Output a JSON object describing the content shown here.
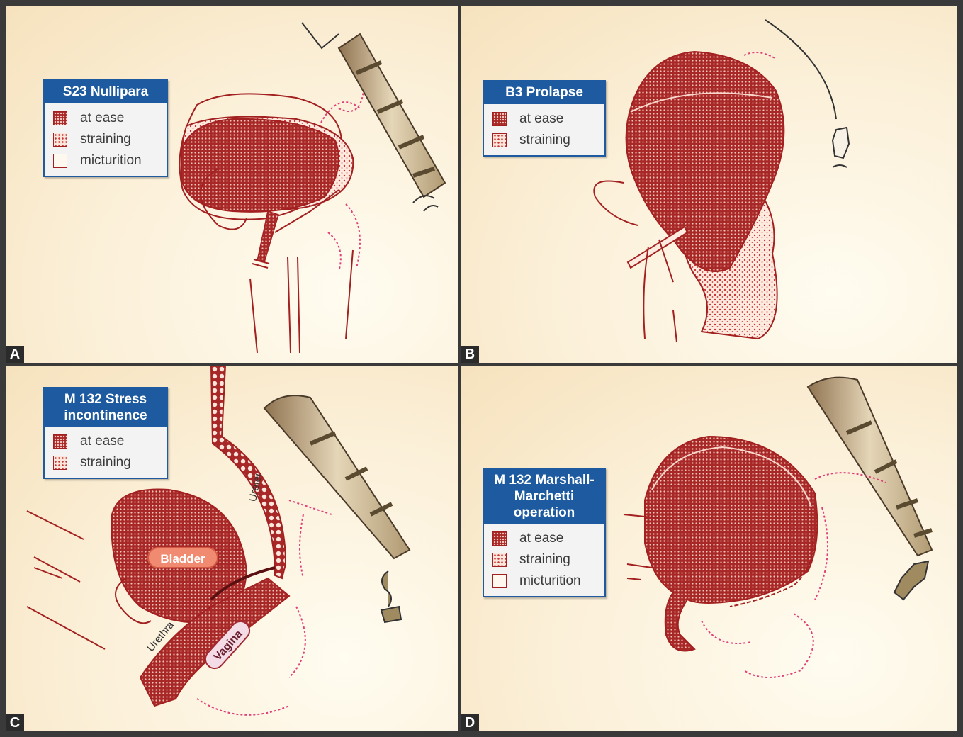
{
  "colors": {
    "bladder_fill": "#a82828",
    "outline": "#a32020",
    "legend_header": "#1d5aa0",
    "panel_background": "#fbefd7",
    "dotted_outline": "#e0407a",
    "bone": "#d9c7a4"
  },
  "panels": [
    {
      "letter": "A",
      "legend": {
        "title": "S23 Nullipara",
        "items": [
          "at ease",
          "straining",
          "micturition"
        ]
      }
    },
    {
      "letter": "B",
      "legend": {
        "title": "B3 Prolapse",
        "items": [
          "at ease",
          "straining"
        ]
      }
    },
    {
      "letter": "C",
      "legend": {
        "title": "M 132 Stress incontinence",
        "items": [
          "at ease",
          "straining"
        ]
      },
      "labels": {
        "bladder": "Bladder",
        "vagina": "Vagina",
        "urethra": "Urethra",
        "ureter": "Ureter"
      }
    },
    {
      "letter": "D",
      "legend": {
        "title": "M 132 Marshall-Marchetti operation",
        "items": [
          "at ease",
          "straining",
          "micturition"
        ]
      }
    }
  ]
}
